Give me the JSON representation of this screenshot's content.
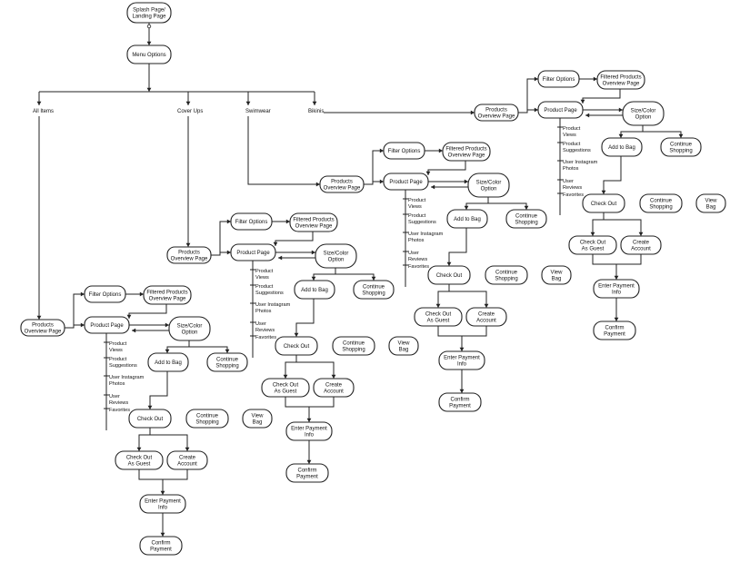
{
  "colors": {
    "line": "#222222",
    "node_fill": "#ffffff",
    "text": "#111111"
  },
  "root": {
    "splash": [
      "Splash Page/",
      "Landing Page"
    ],
    "menu": [
      "Menu Options"
    ],
    "categories": [
      "All Items",
      "Cover Ups",
      "Swimwear",
      "Bikinis"
    ]
  },
  "flow": {
    "products_overview": [
      "Products",
      "Overview Page"
    ],
    "filter_options": [
      "Filter Options"
    ],
    "filtered_overview": [
      "Filtered Products",
      "Overview Page"
    ],
    "product_page": [
      "Product Page"
    ],
    "size_color": [
      "Size/Color",
      "Option"
    ],
    "add_to_bag": [
      "Add to Bag"
    ],
    "continue_shopping": [
      "Continue",
      "Shopping"
    ],
    "check_out": [
      "Check Out"
    ],
    "view_bag": [
      "View",
      "Bag"
    ],
    "check_out_guest": [
      "Check Out",
      "As Guest"
    ],
    "create_account": [
      "Create",
      "Account"
    ],
    "enter_payment": [
      "Enter Payment",
      "Info"
    ],
    "confirm_payment": [
      "Confirm",
      "Payment"
    ]
  },
  "product_page_labels": [
    [
      "Product",
      "Views"
    ],
    [
      "Product",
      "Suggestions"
    ],
    [
      "User Instagram",
      "Photos"
    ],
    [
      "User",
      "Reviews"
    ],
    [
      "Favorites"
    ]
  ]
}
